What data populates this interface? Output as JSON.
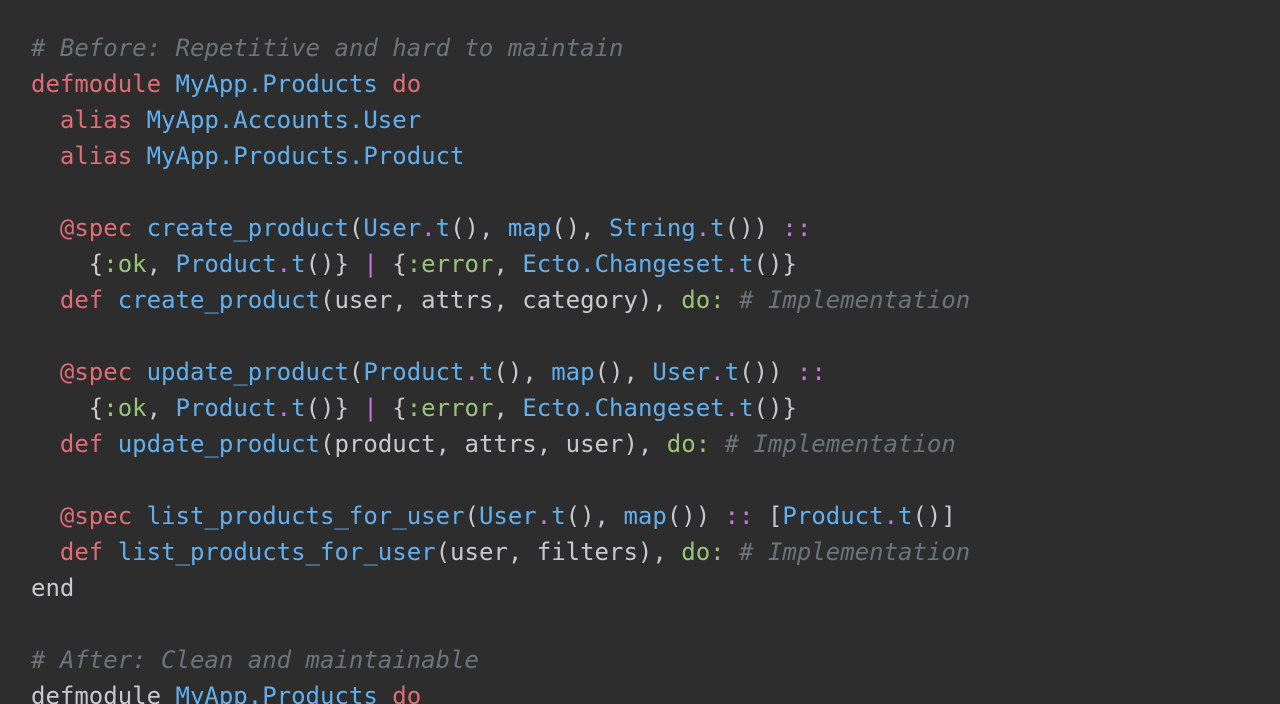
{
  "theme": {
    "background": "#2d2d2d",
    "colors": {
      "comment": "#6e7279",
      "keyword": "#e06c75",
      "module": "#61afef",
      "function": "#61afef",
      "attribute": "#e06c75",
      "atom": "#98c379",
      "operator": "#c678dd",
      "plain": "#c7c9cc"
    }
  },
  "code": {
    "lines": [
      [
        {
          "t": "comment",
          "v": "# Before: Repetitive and hard to maintain"
        }
      ],
      [
        {
          "t": "keyword",
          "v": "defmodule"
        },
        {
          "t": "plain",
          "v": " "
        },
        {
          "t": "module",
          "v": "MyApp.Products"
        },
        {
          "t": "plain",
          "v": " "
        },
        {
          "t": "keyword",
          "v": "do"
        }
      ],
      [
        {
          "t": "plain",
          "v": "  "
        },
        {
          "t": "keyword",
          "v": "alias"
        },
        {
          "t": "plain",
          "v": " "
        },
        {
          "t": "module",
          "v": "MyApp.Accounts.User"
        }
      ],
      [
        {
          "t": "plain",
          "v": "  "
        },
        {
          "t": "keyword",
          "v": "alias"
        },
        {
          "t": "plain",
          "v": " "
        },
        {
          "t": "module",
          "v": "MyApp.Products.Product"
        }
      ],
      [],
      [
        {
          "t": "plain",
          "v": "  "
        },
        {
          "t": "attr",
          "v": "@spec"
        },
        {
          "t": "plain",
          "v": " "
        },
        {
          "t": "func",
          "v": "create_product"
        },
        {
          "t": "plain",
          "v": "("
        },
        {
          "t": "module",
          "v": "User"
        },
        {
          "t": "op",
          "v": "."
        },
        {
          "t": "func",
          "v": "t"
        },
        {
          "t": "plain",
          "v": "(), "
        },
        {
          "t": "func",
          "v": "map"
        },
        {
          "t": "plain",
          "v": "(), "
        },
        {
          "t": "module",
          "v": "String"
        },
        {
          "t": "op",
          "v": "."
        },
        {
          "t": "func",
          "v": "t"
        },
        {
          "t": "plain",
          "v": "()) "
        },
        {
          "t": "op",
          "v": "::"
        }
      ],
      [
        {
          "t": "plain",
          "v": "    {"
        },
        {
          "t": "atom",
          "v": ":ok"
        },
        {
          "t": "plain",
          "v": ", "
        },
        {
          "t": "module",
          "v": "Product"
        },
        {
          "t": "op",
          "v": "."
        },
        {
          "t": "func",
          "v": "t"
        },
        {
          "t": "plain",
          "v": "()} "
        },
        {
          "t": "op",
          "v": "|"
        },
        {
          "t": "plain",
          "v": " {"
        },
        {
          "t": "atom",
          "v": ":error"
        },
        {
          "t": "plain",
          "v": ", "
        },
        {
          "t": "module",
          "v": "Ecto.Changeset"
        },
        {
          "t": "op",
          "v": "."
        },
        {
          "t": "func",
          "v": "t"
        },
        {
          "t": "plain",
          "v": "()}"
        }
      ],
      [
        {
          "t": "plain",
          "v": "  "
        },
        {
          "t": "keyword",
          "v": "def"
        },
        {
          "t": "plain",
          "v": " "
        },
        {
          "t": "func",
          "v": "create_product"
        },
        {
          "t": "plain",
          "v": "(user, attrs, category), "
        },
        {
          "t": "atom",
          "v": "do:"
        },
        {
          "t": "plain",
          "v": " "
        },
        {
          "t": "comment",
          "v": "# Implementation"
        }
      ],
      [],
      [
        {
          "t": "plain",
          "v": "  "
        },
        {
          "t": "attr",
          "v": "@spec"
        },
        {
          "t": "plain",
          "v": " "
        },
        {
          "t": "func",
          "v": "update_product"
        },
        {
          "t": "plain",
          "v": "("
        },
        {
          "t": "module",
          "v": "Product"
        },
        {
          "t": "op",
          "v": "."
        },
        {
          "t": "func",
          "v": "t"
        },
        {
          "t": "plain",
          "v": "(), "
        },
        {
          "t": "func",
          "v": "map"
        },
        {
          "t": "plain",
          "v": "(), "
        },
        {
          "t": "module",
          "v": "User"
        },
        {
          "t": "op",
          "v": "."
        },
        {
          "t": "func",
          "v": "t"
        },
        {
          "t": "plain",
          "v": "()) "
        },
        {
          "t": "op",
          "v": "::"
        }
      ],
      [
        {
          "t": "plain",
          "v": "    {"
        },
        {
          "t": "atom",
          "v": ":ok"
        },
        {
          "t": "plain",
          "v": ", "
        },
        {
          "t": "module",
          "v": "Product"
        },
        {
          "t": "op",
          "v": "."
        },
        {
          "t": "func",
          "v": "t"
        },
        {
          "t": "plain",
          "v": "()} "
        },
        {
          "t": "op",
          "v": "|"
        },
        {
          "t": "plain",
          "v": " {"
        },
        {
          "t": "atom",
          "v": ":error"
        },
        {
          "t": "plain",
          "v": ", "
        },
        {
          "t": "module",
          "v": "Ecto.Changeset"
        },
        {
          "t": "op",
          "v": "."
        },
        {
          "t": "func",
          "v": "t"
        },
        {
          "t": "plain",
          "v": "()}"
        }
      ],
      [
        {
          "t": "plain",
          "v": "  "
        },
        {
          "t": "keyword",
          "v": "def"
        },
        {
          "t": "plain",
          "v": " "
        },
        {
          "t": "func",
          "v": "update_product"
        },
        {
          "t": "plain",
          "v": "(product, attrs, user), "
        },
        {
          "t": "atom",
          "v": "do:"
        },
        {
          "t": "plain",
          "v": " "
        },
        {
          "t": "comment",
          "v": "# Implementation"
        }
      ],
      [],
      [
        {
          "t": "plain",
          "v": "  "
        },
        {
          "t": "attr",
          "v": "@spec"
        },
        {
          "t": "plain",
          "v": " "
        },
        {
          "t": "func",
          "v": "list_products_for_user"
        },
        {
          "t": "plain",
          "v": "("
        },
        {
          "t": "module",
          "v": "User"
        },
        {
          "t": "op",
          "v": "."
        },
        {
          "t": "func",
          "v": "t"
        },
        {
          "t": "plain",
          "v": "(), "
        },
        {
          "t": "func",
          "v": "map"
        },
        {
          "t": "plain",
          "v": "()) "
        },
        {
          "t": "op",
          "v": "::"
        },
        {
          "t": "plain",
          "v": " ["
        },
        {
          "t": "module",
          "v": "Product"
        },
        {
          "t": "op",
          "v": "."
        },
        {
          "t": "func",
          "v": "t"
        },
        {
          "t": "plain",
          "v": "()]"
        }
      ],
      [
        {
          "t": "plain",
          "v": "  "
        },
        {
          "t": "keyword",
          "v": "def"
        },
        {
          "t": "plain",
          "v": " "
        },
        {
          "t": "func",
          "v": "list_products_for_user"
        },
        {
          "t": "plain",
          "v": "(user, filters), "
        },
        {
          "t": "atom",
          "v": "do:"
        },
        {
          "t": "plain",
          "v": " "
        },
        {
          "t": "comment",
          "v": "# Implementation"
        }
      ],
      [
        {
          "t": "plain",
          "v": "end"
        }
      ],
      [],
      [
        {
          "t": "comment",
          "v": "# After: Clean and maintainable"
        }
      ],
      [
        {
          "t": "plain",
          "v": "defmodule"
        },
        {
          "t": "plain",
          "v": " "
        },
        {
          "t": "module",
          "v": "MyApp.Products"
        },
        {
          "t": "plain",
          "v": " "
        },
        {
          "t": "keyword",
          "v": "do"
        }
      ]
    ]
  }
}
